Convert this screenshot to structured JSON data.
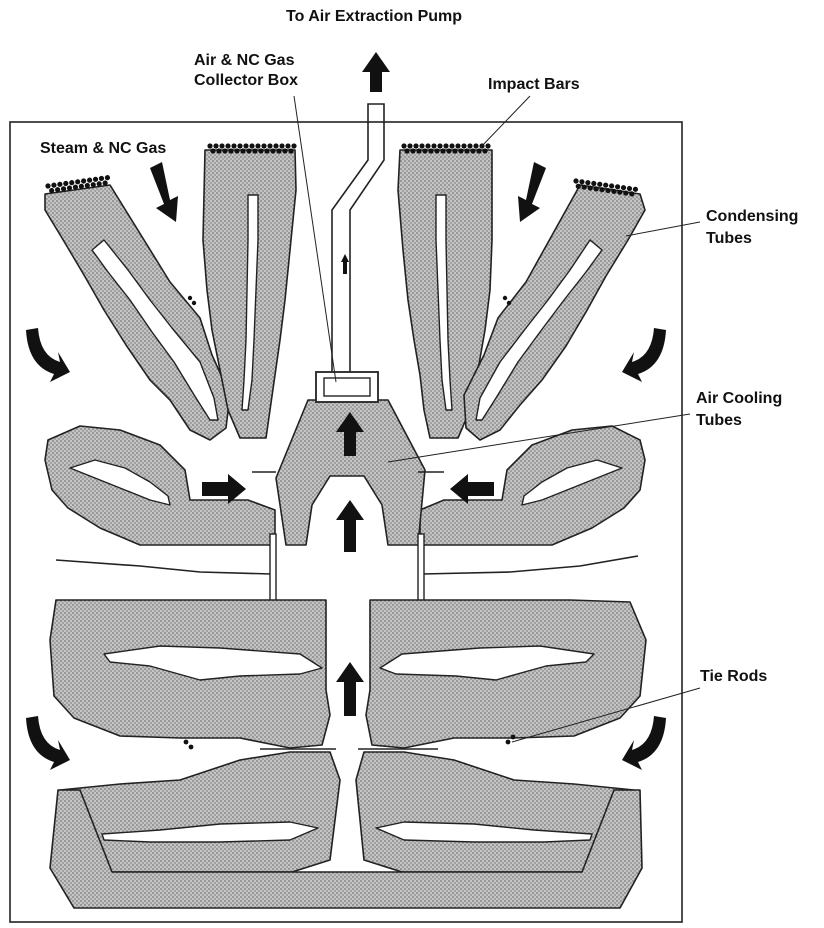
{
  "diagram": {
    "labels": {
      "pump": "To Air Extraction Pump",
      "collector_line1": "Air & NC Gas",
      "collector_line2": "Collector Box",
      "impact_bars": "Impact Bars",
      "steam": "Steam & NC Gas",
      "condensing_line1": "Condensing",
      "condensing_line2": "Tubes",
      "air_cooling_line1": "Air Cooling",
      "air_cooling_line2": "Tubes",
      "tie_rods": "Tie Rods"
    },
    "colors": {
      "tube_fill": "#b9b9b9",
      "outline": "#222222",
      "arrow": "#111111",
      "background": "#ffffff"
    }
  }
}
